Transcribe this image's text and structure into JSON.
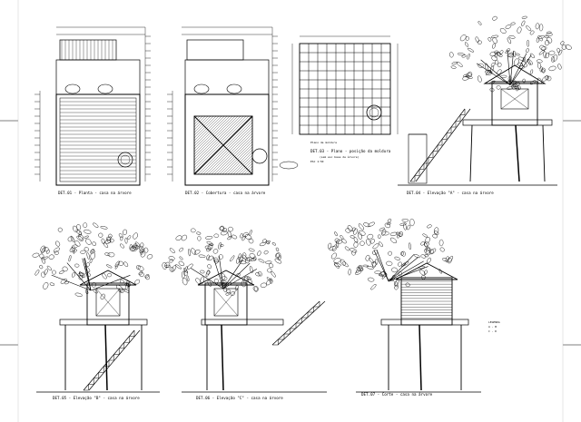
{
  "sheet": {
    "background": "#ffffff",
    "line_color": "#000000"
  },
  "drawings": {
    "d1": {
      "caption": "DET.01 - Planta - casa na árvore"
    },
    "d2": {
      "caption": "DET.02 - Cobertura - casa na árvore"
    },
    "d3": {
      "caption": "DET.03 - Plano - posição da moldura",
      "subcaption": "(sem esc base de árvore)",
      "note": "ESC 1:50",
      "side_label": "Plano de moldura"
    },
    "d4": {
      "caption": "DET.04 - Elevação \"A\" - casa na árvore"
    },
    "d5": {
      "caption": "DET.05 - Elevação \"B\" - casa na árvore"
    },
    "d6": {
      "caption": "DET.06 - Elevação \"C\" - casa na árvore"
    },
    "d7": {
      "caption": "DET.07 - Corte - casa na árvore"
    },
    "legend": {
      "title": "LEGENDA",
      "lines": [
        "A - B",
        "C - D"
      ]
    }
  }
}
